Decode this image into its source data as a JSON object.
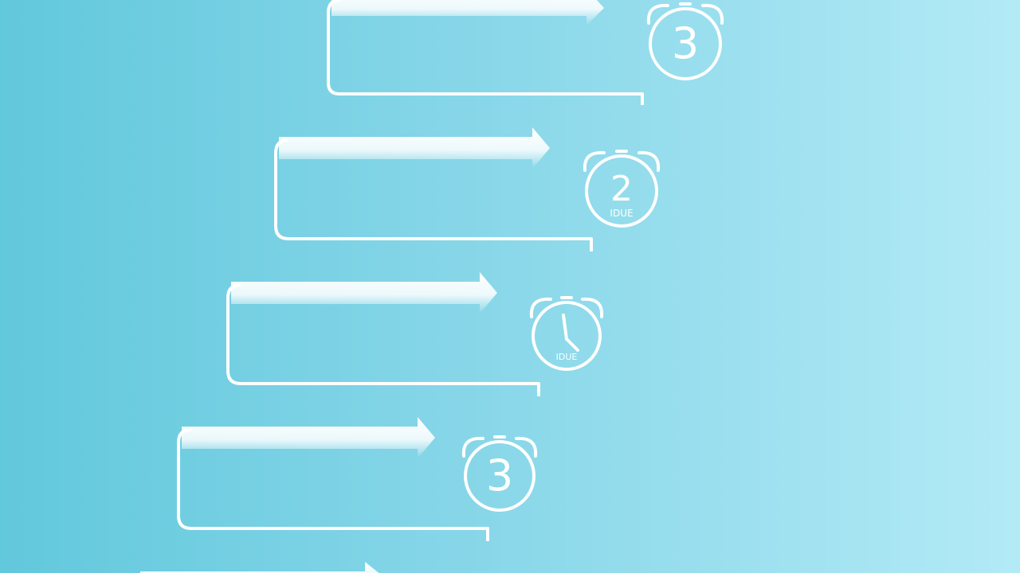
{
  "background": {
    "gradient": [
      "#62c8dc",
      "#86d6e8",
      "#b3eaf6"
    ],
    "stroke_color": "#ffffff"
  },
  "steps": [
    {
      "icon": "alarm-clock-icon",
      "face": "number",
      "label": "3",
      "sublabel": ""
    },
    {
      "icon": "alarm-clock-icon",
      "face": "number",
      "label": "2",
      "sublabel": "IDUE"
    },
    {
      "icon": "alarm-clock-icon",
      "face": "clock-hands",
      "label": "",
      "sublabel": "IDUE"
    },
    {
      "icon": "alarm-clock-icon",
      "face": "number",
      "label": "3",
      "sublabel": ""
    },
    {
      "icon": "arrow-icon",
      "face": "none",
      "label": "",
      "sublabel": ""
    }
  ]
}
